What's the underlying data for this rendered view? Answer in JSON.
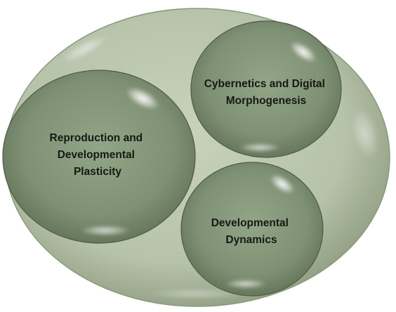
{
  "diagram": {
    "type": "nested-circles",
    "bubbles": [
      {
        "id": "reproduction",
        "lines": [
          "Reproduction and",
          "Developmental",
          "Plasticity"
        ]
      },
      {
        "id": "cybernetics",
        "lines": [
          "Cybernetics and Digital",
          "Morphogenesis"
        ]
      },
      {
        "id": "dynamics",
        "lines": [
          "Developmental",
          "Dynamics"
        ]
      }
    ],
    "colors": {
      "outer_fill": "#b8c4ac",
      "outer_edge": "#7a8a6c",
      "inner_fill": "#84967a",
      "inner_edge": "#4d5c44",
      "highlight": "#ffffff",
      "text": "#151a12"
    }
  }
}
